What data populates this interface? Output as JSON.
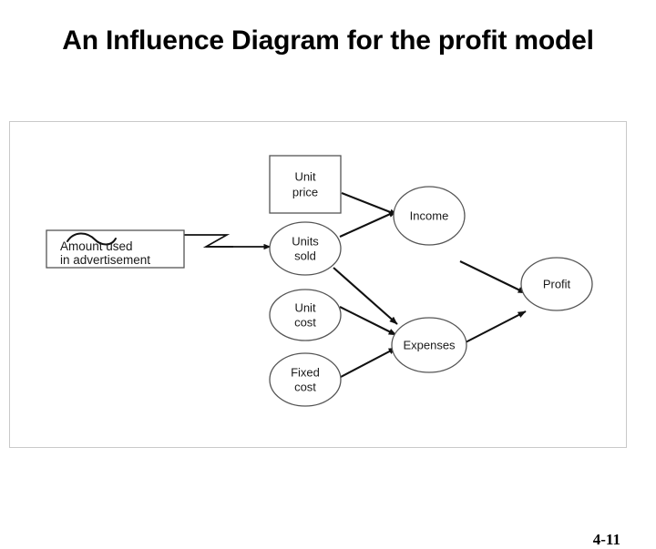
{
  "slide": {
    "title": "An Influence Diagram for the profit model",
    "page_number": "4-11",
    "background_color": "#ffffff",
    "frame_border_color": "#c9c9c9"
  },
  "diagram": {
    "type": "influence-diagram",
    "node_stroke_color": "#555555",
    "edge_color": "#111111",
    "nodes": [
      {
        "id": "amount-used-in-advertisement",
        "label_line1": "Amount used",
        "label_line2": "in advertisement",
        "shape": "rectangle",
        "role": "annotation-box",
        "has_squiggle_mark": true
      },
      {
        "id": "unit-price",
        "label_line1": "Unit",
        "label_line2": "price",
        "shape": "rectangle",
        "role": "decision"
      },
      {
        "id": "units-sold",
        "label_line1": "Units",
        "label_line2": "sold",
        "shape": "ellipse",
        "role": "chance"
      },
      {
        "id": "unit-cost",
        "label_line1": "Unit",
        "label_line2": "cost",
        "shape": "ellipse",
        "role": "chance"
      },
      {
        "id": "fixed-cost",
        "label_line1": "Fixed",
        "label_line2": "cost",
        "shape": "ellipse",
        "role": "chance"
      },
      {
        "id": "income",
        "label_line1": "Income",
        "label_line2": "",
        "shape": "ellipse",
        "role": "intermediate"
      },
      {
        "id": "expenses",
        "label_line1": "Expenses",
        "label_line2": "",
        "shape": "ellipse",
        "role": "intermediate"
      },
      {
        "id": "profit",
        "label_line1": "Profit",
        "label_line2": "",
        "shape": "ellipse",
        "role": "objective"
      }
    ],
    "edges": [
      {
        "from": "amount-used-in-advertisement",
        "to": "units-sold",
        "style": "zigzag-annotation"
      },
      {
        "from": "unit-price",
        "to": "income",
        "style": "arrow"
      },
      {
        "from": "units-sold",
        "to": "income",
        "style": "arrow"
      },
      {
        "from": "units-sold",
        "to": "expenses",
        "style": "arrow"
      },
      {
        "from": "unit-cost",
        "to": "expenses",
        "style": "arrow"
      },
      {
        "from": "fixed-cost",
        "to": "expenses",
        "style": "arrow"
      },
      {
        "from": "income",
        "to": "profit",
        "style": "arrow"
      },
      {
        "from": "expenses",
        "to": "profit",
        "style": "arrow"
      }
    ]
  }
}
